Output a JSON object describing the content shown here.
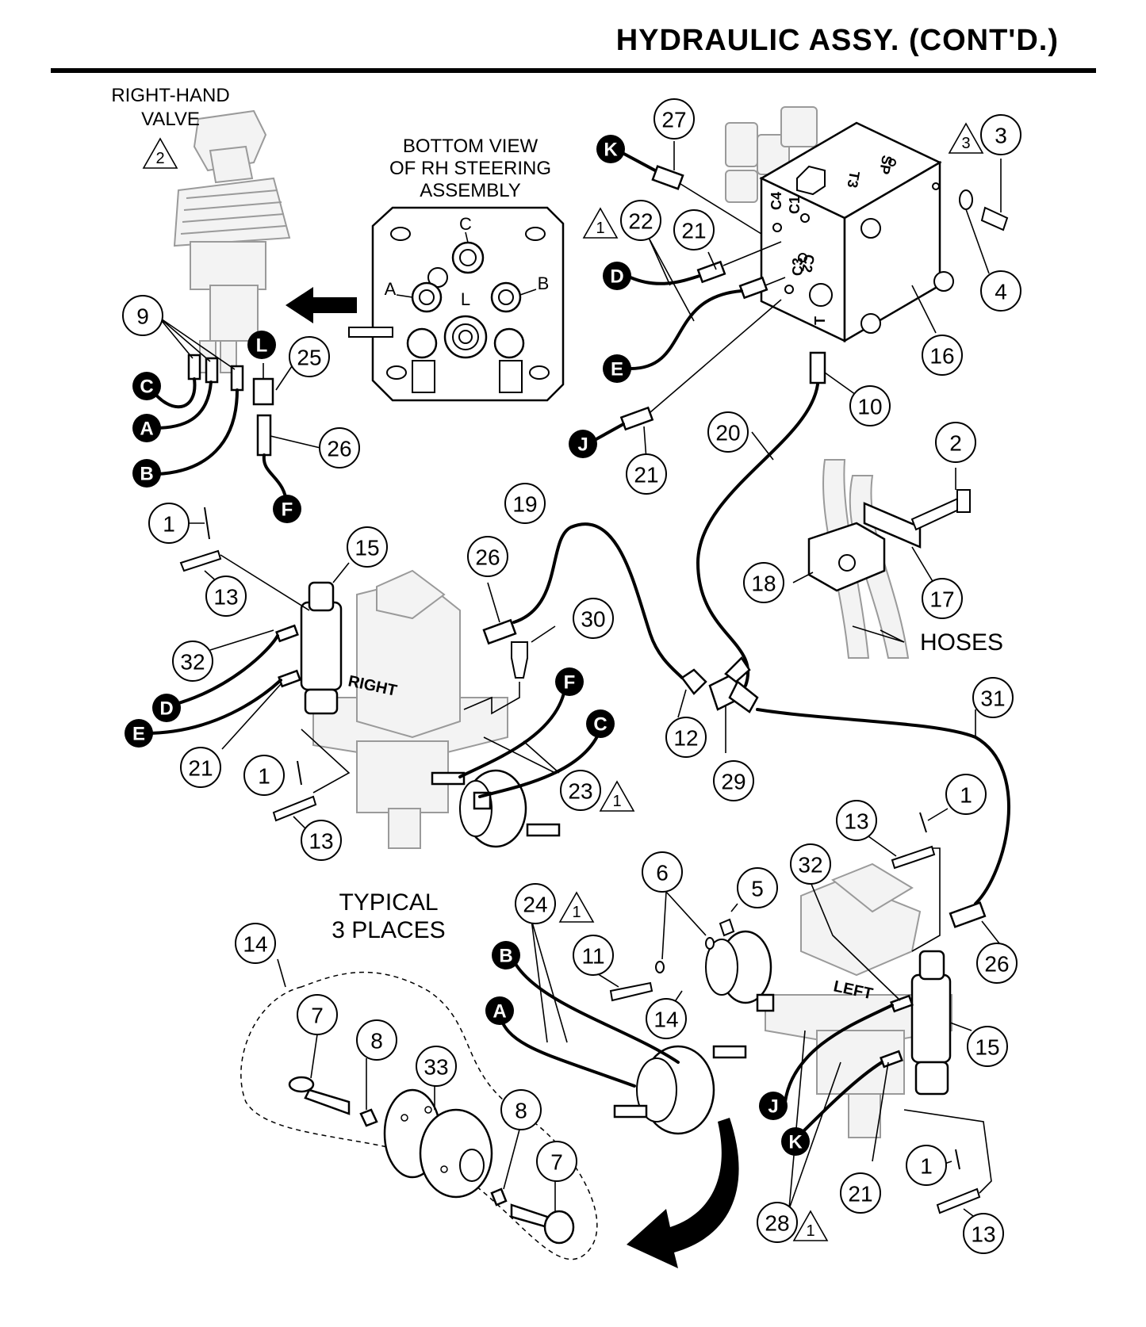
{
  "header": {
    "title": "HYDRAULIC ASSY. (CONT'D.)"
  },
  "labels": {
    "right_hand_valve": [
      "RIGHT-HAND",
      "VALVE"
    ],
    "bottom_view": [
      "BOTTOM VIEW",
      "OF RH STEERING",
      "ASSEMBLY"
    ],
    "typical": [
      "TYPICAL",
      "3 PLACES"
    ],
    "hoses": "HOSES",
    "right": "RIGHT",
    "left": "LEFT"
  },
  "port_letters": {
    "A": "A",
    "B": "B",
    "C": "C",
    "L": "L"
  },
  "manifold_ports": {
    "c4": "C4",
    "c1": "C1",
    "c3": "C3",
    "c2": "C2",
    "sp": "SP",
    "t3": "T3",
    "t": "T"
  },
  "callouts": [
    {
      "id": "c27",
      "n": "27"
    },
    {
      "id": "c3",
      "n": "3"
    },
    {
      "id": "c22",
      "n": "22"
    },
    {
      "id": "c21a",
      "n": "21"
    },
    {
      "id": "c4",
      "n": "4"
    },
    {
      "id": "c16",
      "n": "16"
    },
    {
      "id": "c10",
      "n": "10"
    },
    {
      "id": "c20",
      "n": "20"
    },
    {
      "id": "c21b",
      "n": "21"
    },
    {
      "id": "c2",
      "n": "2"
    },
    {
      "id": "c18",
      "n": "18"
    },
    {
      "id": "c17",
      "n": "17"
    },
    {
      "id": "c9",
      "n": "9"
    },
    {
      "id": "c25",
      "n": "25"
    },
    {
      "id": "c26a",
      "n": "26"
    },
    {
      "id": "c1a",
      "n": "1"
    },
    {
      "id": "c13a",
      "n": "13"
    },
    {
      "id": "c15a",
      "n": "15"
    },
    {
      "id": "c26b",
      "n": "26"
    },
    {
      "id": "c19",
      "n": "19"
    },
    {
      "id": "c30",
      "n": "30"
    },
    {
      "id": "c32a",
      "n": "32"
    },
    {
      "id": "c21c",
      "n": "21"
    },
    {
      "id": "c1b",
      "n": "1"
    },
    {
      "id": "c13b",
      "n": "13"
    },
    {
      "id": "c12",
      "n": "12"
    },
    {
      "id": "c29",
      "n": "29"
    },
    {
      "id": "c31",
      "n": "31"
    },
    {
      "id": "c23",
      "n": "23"
    },
    {
      "id": "c1c",
      "n": "1"
    },
    {
      "id": "c13c",
      "n": "13"
    },
    {
      "id": "c32b",
      "n": "32"
    },
    {
      "id": "c6",
      "n": "6"
    },
    {
      "id": "c5",
      "n": "5"
    },
    {
      "id": "c11",
      "n": "11"
    },
    {
      "id": "c14a",
      "n": "14"
    },
    {
      "id": "c24",
      "n": "24"
    },
    {
      "id": "c26c",
      "n": "26"
    },
    {
      "id": "c15b",
      "n": "15"
    },
    {
      "id": "c14b",
      "n": "14"
    },
    {
      "id": "c7a",
      "n": "7"
    },
    {
      "id": "c8a",
      "n": "8"
    },
    {
      "id": "c33",
      "n": "33"
    },
    {
      "id": "c8b",
      "n": "8"
    },
    {
      "id": "c7b",
      "n": "7"
    },
    {
      "id": "c1d",
      "n": "1"
    },
    {
      "id": "c21d",
      "n": "21"
    },
    {
      "id": "c28",
      "n": "28"
    },
    {
      "id": "c13d",
      "n": "13"
    }
  ],
  "hose_ends": [
    {
      "id": "bK1",
      "n": "K"
    },
    {
      "id": "bD1",
      "n": "D"
    },
    {
      "id": "bE1",
      "n": "E"
    },
    {
      "id": "bJ1",
      "n": "J"
    },
    {
      "id": "bL",
      "n": "L"
    },
    {
      "id": "bC1",
      "n": "C"
    },
    {
      "id": "bA1",
      "n": "A"
    },
    {
      "id": "bB1",
      "n": "B"
    },
    {
      "id": "bF1",
      "n": "F"
    },
    {
      "id": "bD2",
      "n": "D"
    },
    {
      "id": "bE2",
      "n": "E"
    },
    {
      "id": "bF2",
      "n": "F"
    },
    {
      "id": "bC2",
      "n": "C"
    },
    {
      "id": "bB2",
      "n": "B"
    },
    {
      "id": "bA2",
      "n": "A"
    },
    {
      "id": "bJ2",
      "n": "J"
    },
    {
      "id": "bK2",
      "n": "K"
    }
  ],
  "notes": [
    {
      "id": "t2",
      "n": "2"
    },
    {
      "id": "t3",
      "n": "3"
    },
    {
      "id": "t1a",
      "n": "1"
    },
    {
      "id": "t1b",
      "n": "1"
    },
    {
      "id": "t1c",
      "n": "1"
    },
    {
      "id": "t1d",
      "n": "1"
    }
  ]
}
